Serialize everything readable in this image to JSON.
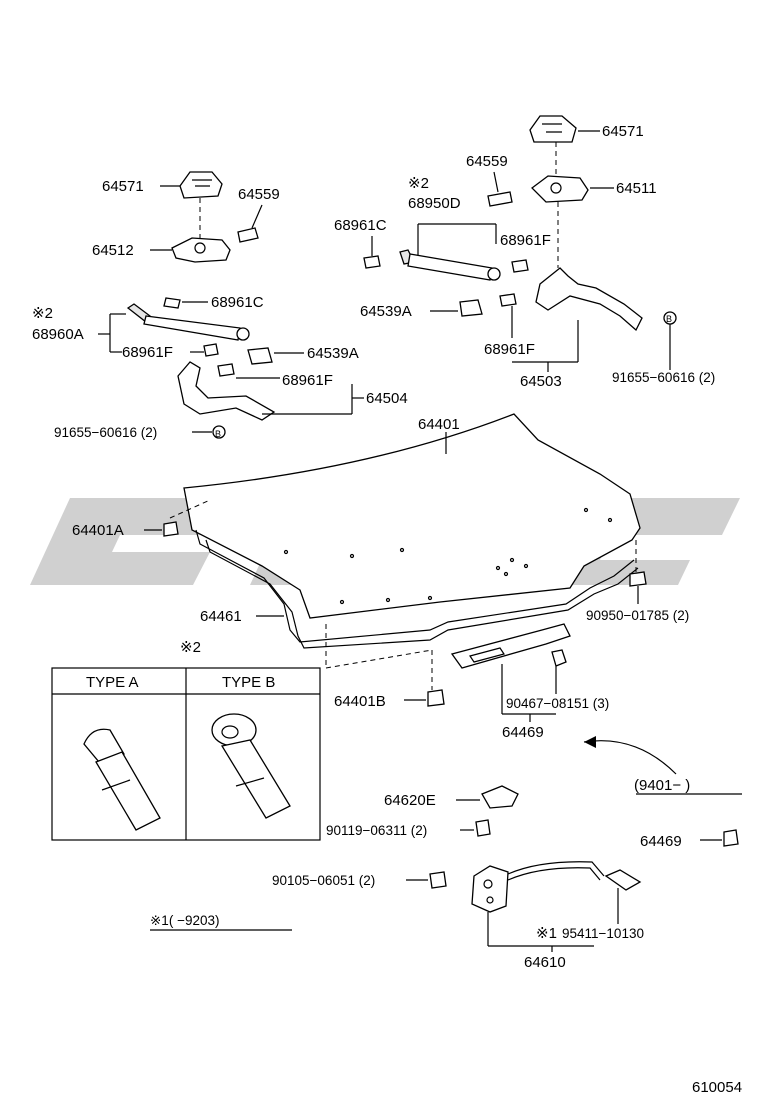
{
  "labels": {
    "p64571_left": "64571",
    "p64559_left": "64559",
    "p64512": "64512",
    "note2_left": "※2",
    "p68960A": "68960A",
    "p68961C_left": "68961C",
    "p68961F_left1": "68961F",
    "p64539A_left": "64539A",
    "p68961F_left2": "68961F",
    "p64504": "64504",
    "p91655_left": "91655−60616 (2)",
    "p64571_right": "64571",
    "p64559_right": "64559",
    "p64511": "64511",
    "note2_right": "※2",
    "p68950D": "68950D",
    "p68961C_right": "68961C",
    "p68961F_right1": "68961F",
    "p64539A_right": "64539A",
    "p68961F_right2": "68961F",
    "p64503": "64503",
    "p91655_right": "91655−60616 (2)",
    "p64401": "64401",
    "p64401A": "64401A",
    "p64461": "64461",
    "p90950": "90950−01785 (2)",
    "note2_mid": "※2",
    "p64401B": "64401B",
    "p90467": "90467−08151 (3)",
    "p64469_a": "64469",
    "range_9401": "(9401−      )",
    "p64620E": "64620E",
    "p90119": "90119−06311 (2)",
    "p64469_b": "64469",
    "p90105": "90105−06051 (2)",
    "note1_range": "※1(      −9203)",
    "note1_mid": "※1",
    "p95411": "95411−10130",
    "p64610": "64610",
    "diagram_id": "610054"
  },
  "type_table": {
    "col_a": "TYPE A",
    "col_b": "TYPE B"
  },
  "bolt_marker": "B"
}
